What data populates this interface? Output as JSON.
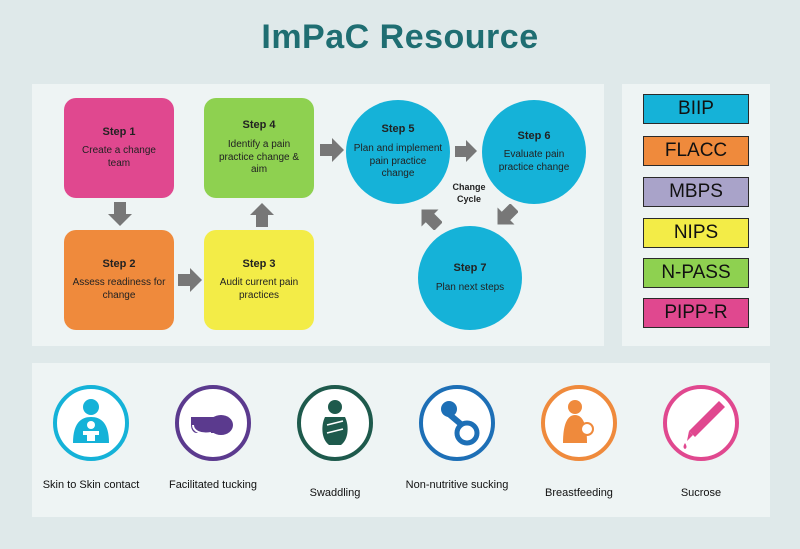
{
  "title": "ImPaC Resource",
  "steps": [
    {
      "label": "Step 1",
      "text": "Create a change team",
      "color": "#e0488f"
    },
    {
      "label": "Step 2",
      "text": "Assess readiness for change",
      "color": "#ef8a3c"
    },
    {
      "label": "Step 3",
      "text": "Audit current pain practices",
      "color": "#f3ec47"
    },
    {
      "label": "Step 4",
      "text": "Identify a pain practice change & aim",
      "color": "#8ed150"
    },
    {
      "label": "Step 5",
      "text": "Plan and implement pain practice change",
      "color": "#15b2d8"
    },
    {
      "label": "Step 6",
      "text": "Evaluate pain practice change",
      "color": "#15b2d8"
    },
    {
      "label": "Step 7",
      "text": "Plan next steps",
      "color": "#15b2d8"
    }
  ],
  "change_cycle": "Change Cycle",
  "tools": [
    {
      "label": "BIIP",
      "color": "#15b2d8"
    },
    {
      "label": "FLACC",
      "color": "#ef8a3c"
    },
    {
      "label": "MBPS",
      "color": "#a9a3c9"
    },
    {
      "label": "NIPS",
      "color": "#f3ec47"
    },
    {
      "label": "N-PASS",
      "color": "#8ed150"
    },
    {
      "label": "PIPP-R",
      "color": "#e0488f"
    }
  ],
  "interventions": [
    {
      "label": "Skin to Skin contact",
      "icon": "skin-to-skin-icon",
      "color": "#15b2d8"
    },
    {
      "label": "Facilitated tucking",
      "icon": "facilitated-tucking-icon",
      "color": "#5b3a8e"
    },
    {
      "label": "Swaddling",
      "icon": "swaddling-icon",
      "color": "#1e5a4c"
    },
    {
      "label": "Non-nutritive sucking",
      "icon": "pacifier-icon",
      "color": "#1d6fb6"
    },
    {
      "label": "Breastfeeding",
      "icon": "breastfeeding-icon",
      "color": "#ef8a3c"
    },
    {
      "label": "Sucrose",
      "icon": "dropper-icon",
      "color": "#e0488f"
    }
  ]
}
